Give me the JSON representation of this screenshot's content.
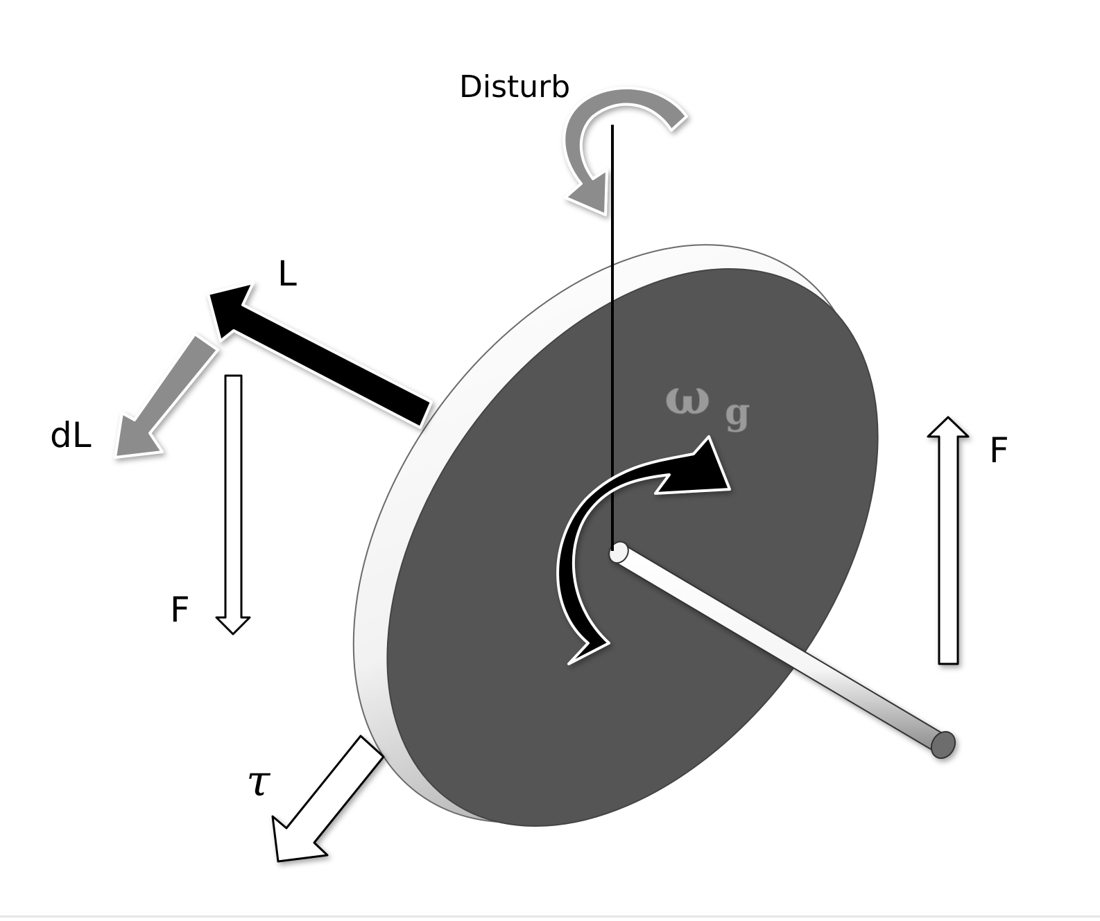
{
  "labels": {
    "disturb": "Disturb",
    "angular_momentum": "L",
    "delta_momentum": "dL",
    "force_left": "F",
    "force_right": "F",
    "torque": "τ",
    "omega": "ω",
    "omega_subscript": "g"
  },
  "colors": {
    "disk_face": "#555555",
    "disk_rim_light": "#ffffff",
    "disk_rim_dark": "#5e5e5e",
    "arrow_black": "#000000",
    "arrow_gray": "#8c8c8c",
    "arrow_outline": "#ffffff",
    "omega_label": "#9a9a9a"
  }
}
